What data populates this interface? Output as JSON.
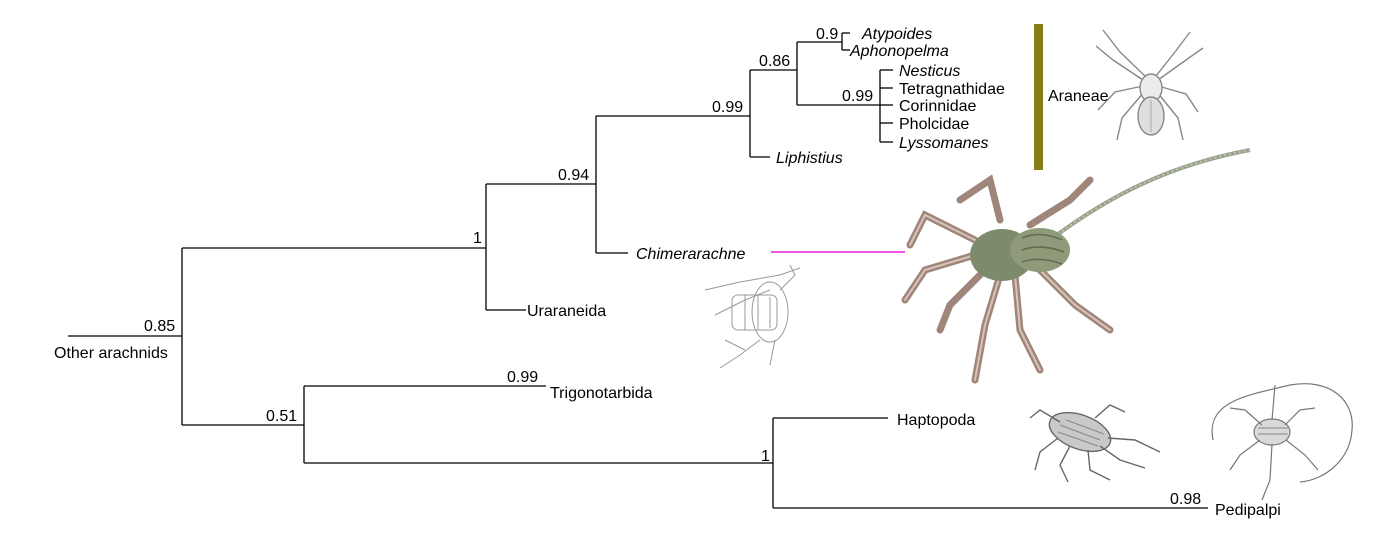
{
  "tree": {
    "root_label": "Other arachnids",
    "support": {
      "root": "0.85",
      "upper_clade": "1",
      "chimer_araneae": "0.94",
      "araneae": "0.99",
      "opisthothelae": "0.86",
      "atypoides_aphonopelma": "0.9",
      "araneomorph_group": "0.99",
      "lower_clade": "0.51",
      "trigonotarbida": "0.99",
      "haptopoda_pedipalpi": "1",
      "pedipalpi": "0.98"
    },
    "taxa": {
      "atypoides": "Atypoides",
      "aphonopelma": "Aphonopelma",
      "nesticus": "Nesticus",
      "tetragnathidae": "Tetragnathidae",
      "corinnidae": "Corinnidae",
      "pholcidae": "Pholcidae",
      "lyssomanes": "Lyssomanes",
      "liphistius": "Liphistius",
      "chimerarachne": "Chimerarachne",
      "uraraneida": "Uraraneida",
      "trigonotarbida": "Trigonotarbida",
      "haptopoda": "Haptopoda",
      "pedipalpi": "Pedipalpi"
    },
    "group_bracket": {
      "label": "Araneae"
    }
  },
  "colors": {
    "araneae_bar": "#857d17",
    "chimerarachne": "#e81ed8",
    "trigonotarbida": "#6a45b8",
    "haptopoda": "#e236de",
    "pedipalpi": "#2a8a2a"
  },
  "illustrations": [
    "spider-line-drawing",
    "chimerarachne-reconstruction",
    "chimerarachne-fossil-sketch",
    "haptopoda-drawing",
    "pedipalpi-drawing"
  ]
}
